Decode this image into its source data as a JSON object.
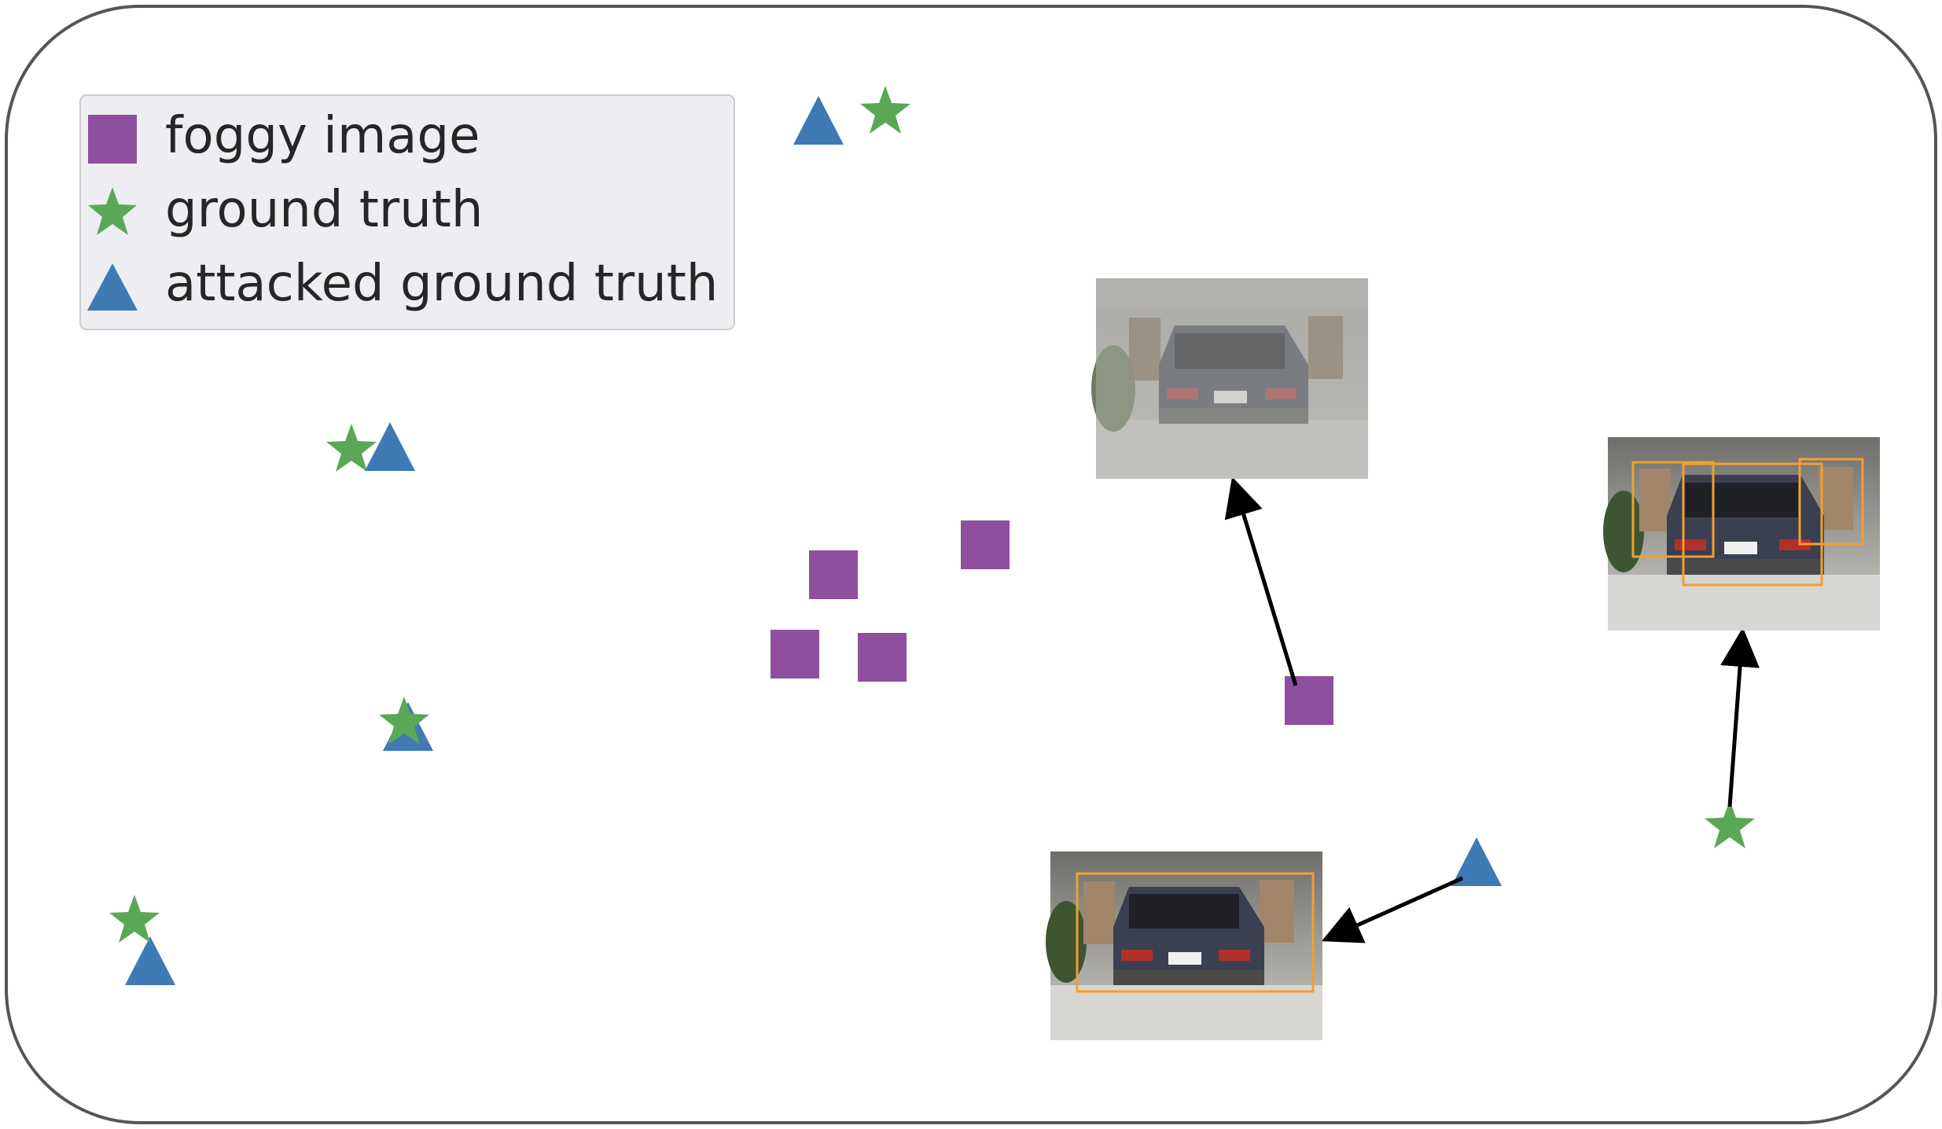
{
  "legend": {
    "items": [
      {
        "label": "foggy image",
        "marker": "square",
        "color": "#8e4f9e"
      },
      {
        "label": "ground truth",
        "marker": "star",
        "color": "#5aa856"
      },
      {
        "label": "attacked ground truth",
        "marker": "triangle",
        "color": "#3f7ab5"
      }
    ]
  },
  "colors": {
    "foggy": "#8e4f9e",
    "ground_truth": "#5aa856",
    "attacked": "#3f7ab5",
    "frame": "#555555",
    "legend_bg": "#eeeef2",
    "arrow": "#000000",
    "detection_box": "#f0a030"
  },
  "thumbnails": [
    {
      "name": "foggy-car-thumbnail",
      "kind": "foggy",
      "detections": 0
    },
    {
      "name": "ground-truth-car-thumbnail",
      "kind": "clean",
      "detections": 3
    },
    {
      "name": "attacked-car-thumbnail",
      "kind": "clean",
      "detections": 1
    }
  ]
}
